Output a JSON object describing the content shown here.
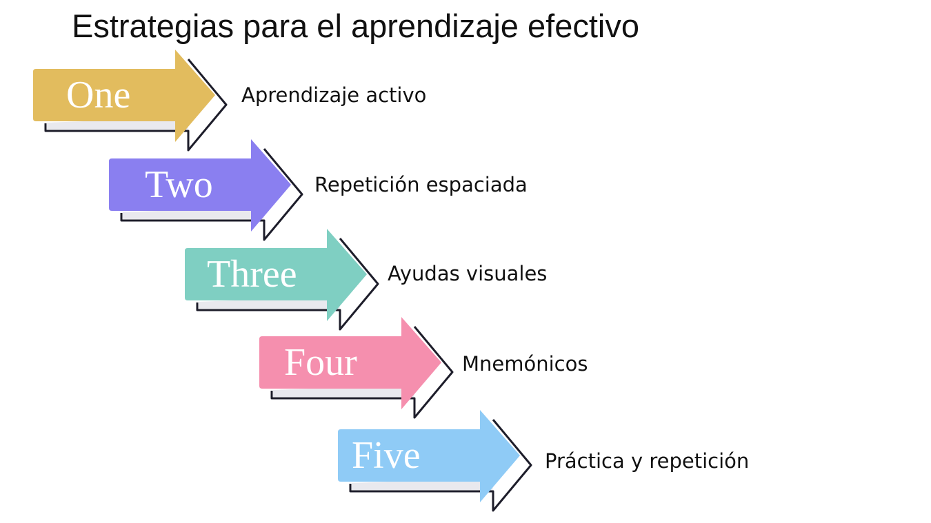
{
  "title": "Estrategias para el aprendizaje efectivo",
  "colors": {
    "one": "#e2bc5e",
    "two": "#8a7ff0",
    "three": "#7fcfc2",
    "four": "#f58fae",
    "five": "#8fcbf6"
  },
  "steps": [
    {
      "word": "One",
      "label": "Aprendizaje activo"
    },
    {
      "word": "Two",
      "label": "Repetición espaciada"
    },
    {
      "word": "Three",
      "label": "Ayudas visuales"
    },
    {
      "word": "Four",
      "label": "Mnemónicos"
    },
    {
      "word": "Five",
      "label": "Práctica y repetición"
    }
  ]
}
